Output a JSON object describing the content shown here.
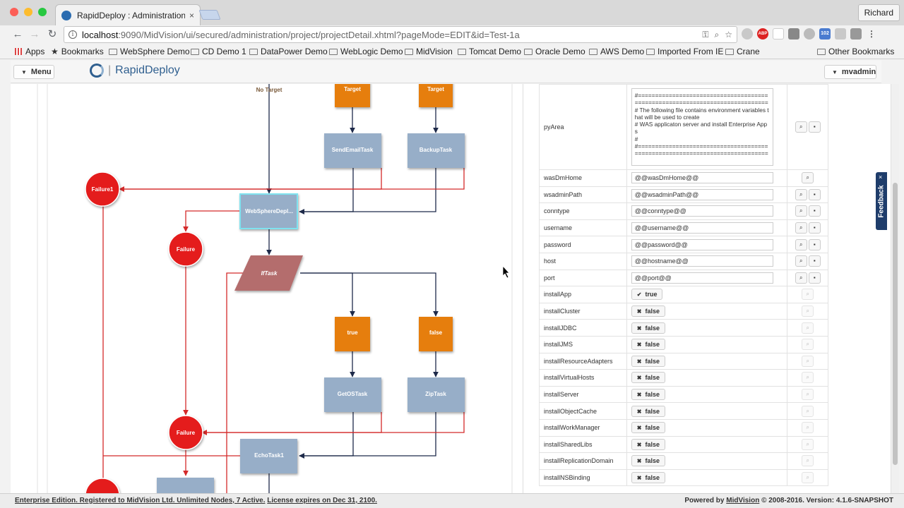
{
  "browser": {
    "tab_title": "RapidDeploy : Administration",
    "tab_close": "×",
    "profile": "Richard",
    "url_host": "localhost",
    "url_rest": ":9090/MidVision/ui/secured/administration/project/projectDetail.xhtml?pageMode=EDIT&id=Test-1a",
    "bookmarks": [
      "Apps",
      "Bookmarks",
      "WebSphere Demo",
      "CD Demo 1",
      "DataPower Demo",
      "WebLogic Demo",
      "MidVision",
      "Tomcat Demo",
      "Oracle Demo",
      "AWS Demo",
      "Imported From IE",
      "Crane"
    ],
    "other_bookmarks": "Other Bookmarks",
    "ext_badge": "102",
    "ext_abp": "ABP"
  },
  "app": {
    "menu_label": "Menu",
    "brand_left": "Rapid",
    "brand_right": "Deploy",
    "user_label": "mvadmin"
  },
  "workflow": {
    "no_target_label": "No Target",
    "nodes": {
      "target1": "Target",
      "target2": "Target",
      "send_email": "SendEmailTask",
      "backup": "BackupTask",
      "failure1": "Failure1",
      "websphere": "WebSphereDepl...",
      "failure2": "Failure",
      "iftask": "IfTask",
      "true": "true",
      "false": "false",
      "getos": "GetOSTask",
      "zip": "ZipTask",
      "failure3": "Failure",
      "echo": "EchoTask1"
    },
    "colors": {
      "task": "#97aec8",
      "target": "#e67e10",
      "failure": "#e41a1a",
      "iftask": "#b46d6d",
      "flow_line": "#1e2a4a",
      "failure_line": "#d42a2a"
    }
  },
  "props": {
    "pyarea_name": "pyArea",
    "pyarea_value": "#=============================================================================\n# The following file contains environment variables that will be used to create\n# WAS applicaton server and install Enterprise Apps\n#\n#=============================================================================",
    "text_rows": [
      {
        "name": "wasDmHome",
        "value": "@@wasDmHome@@"
      },
      {
        "name": "wsadminPath",
        "value": "@@wsadminPath@@"
      },
      {
        "name": "conntype",
        "value": "@@conntype@@"
      },
      {
        "name": "username",
        "value": "@@username@@"
      },
      {
        "name": "password",
        "value": "@@password@@"
      },
      {
        "name": "host",
        "value": "@@hostname@@"
      },
      {
        "name": "port",
        "value": "@@port@@"
      }
    ],
    "bool_rows": [
      {
        "name": "installApp",
        "value": "true",
        "mark": "✔"
      },
      {
        "name": "installCluster",
        "value": "false",
        "mark": "✖"
      },
      {
        "name": "installJDBC",
        "value": "false",
        "mark": "✖"
      },
      {
        "name": "installJMS",
        "value": "false",
        "mark": "✖"
      },
      {
        "name": "installResourceAdapters",
        "value": "false",
        "mark": "✖"
      },
      {
        "name": "installVirtualHosts",
        "value": "false",
        "mark": "✖"
      },
      {
        "name": "installServer",
        "value": "false",
        "mark": "✖"
      },
      {
        "name": "installObjectCache",
        "value": "false",
        "mark": "✖"
      },
      {
        "name": "installWorkManager",
        "value": "false",
        "mark": "✖"
      },
      {
        "name": "installSharedLibs",
        "value": "false",
        "mark": "✖"
      },
      {
        "name": "installReplicationDomain",
        "value": "false",
        "mark": "✖"
      },
      {
        "name": "installNSBinding",
        "value": "false",
        "mark": "✖"
      }
    ]
  },
  "feedback": {
    "label": "Feedback",
    "close": "×"
  },
  "footer": {
    "left": "Enterprise Edition. Registered to MidVision Ltd. Unlimited Nodes, 7 Active.",
    "license": "License expires on Dec 31, 2100.",
    "powered": "Powered by",
    "company": "MidVision",
    "copyright": "© 2008-2016. Version: 4.1.6-SNAPSHOT"
  }
}
